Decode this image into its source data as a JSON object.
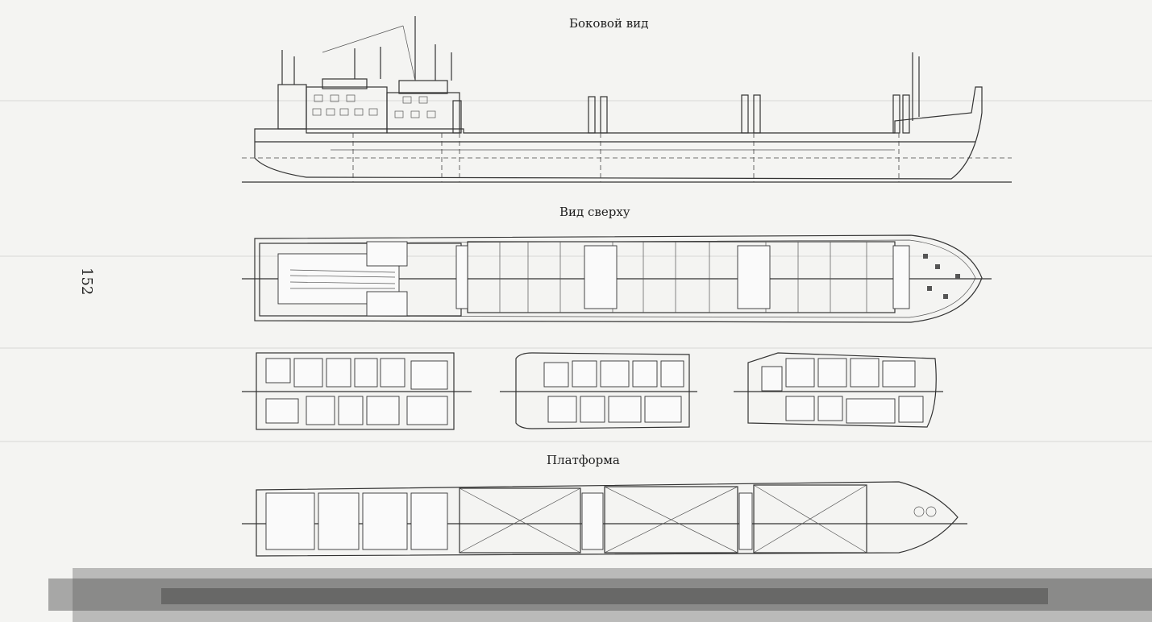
{
  "page_number": "152",
  "views": {
    "side": "Боковой вид",
    "top": "Вид сверху",
    "platform": "Платформа"
  }
}
